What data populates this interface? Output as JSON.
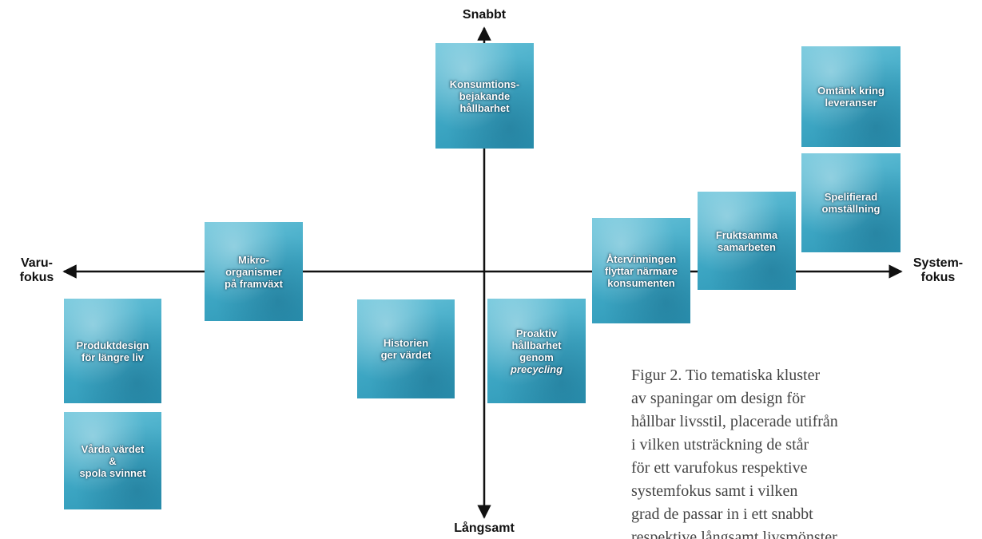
{
  "axes": {
    "top": "Snabbt",
    "bottom": "Långsamt",
    "left": [
      "Varu-",
      "fokus"
    ],
    "right": [
      "System-",
      "fokus"
    ]
  },
  "clusters": [
    {
      "id": "konsumtion",
      "lines": [
        "Konsumtions-",
        "bejakande",
        "hållbarhet"
      ]
    },
    {
      "id": "omtanke",
      "lines": [
        "Omtänk kring",
        "leveranser"
      ]
    },
    {
      "id": "spelifierad",
      "lines": [
        "Spelifierad",
        "omställning"
      ]
    },
    {
      "id": "fruktsamma",
      "lines": [
        "Fruktsamma",
        "samarbeten"
      ]
    },
    {
      "id": "atervinning",
      "lines": [
        "Återvinningen",
        "flyttar närmare",
        "konsumenten"
      ]
    },
    {
      "id": "mikro",
      "lines": [
        "Mikro-",
        "organismer",
        "på framväxt"
      ]
    },
    {
      "id": "historien",
      "lines": [
        "Historien",
        "ger värdet"
      ]
    },
    {
      "id": "proaktiv",
      "lines": [
        "Proaktiv",
        "hållbarhet",
        "genom"
      ],
      "italic_line": "precycling"
    },
    {
      "id": "produktdesign",
      "lines": [
        "Produktdesign",
        "för längre liv"
      ]
    },
    {
      "id": "varda",
      "lines": [
        "Vårda värdet",
        "&",
        "spola svinnet"
      ]
    }
  ],
  "caption": {
    "lines": [
      "Figur 2. Tio tematiska kluster",
      "av spaningar om design för",
      "hållbar livsstil, placerade utifrån",
      "i vilken utsträckning de står",
      "för ett varufokus respektive",
      "systemfokus samt i vilken",
      "grad de passar in i ett snabbt",
      "respektive långsamt livsmönster"
    ]
  }
}
